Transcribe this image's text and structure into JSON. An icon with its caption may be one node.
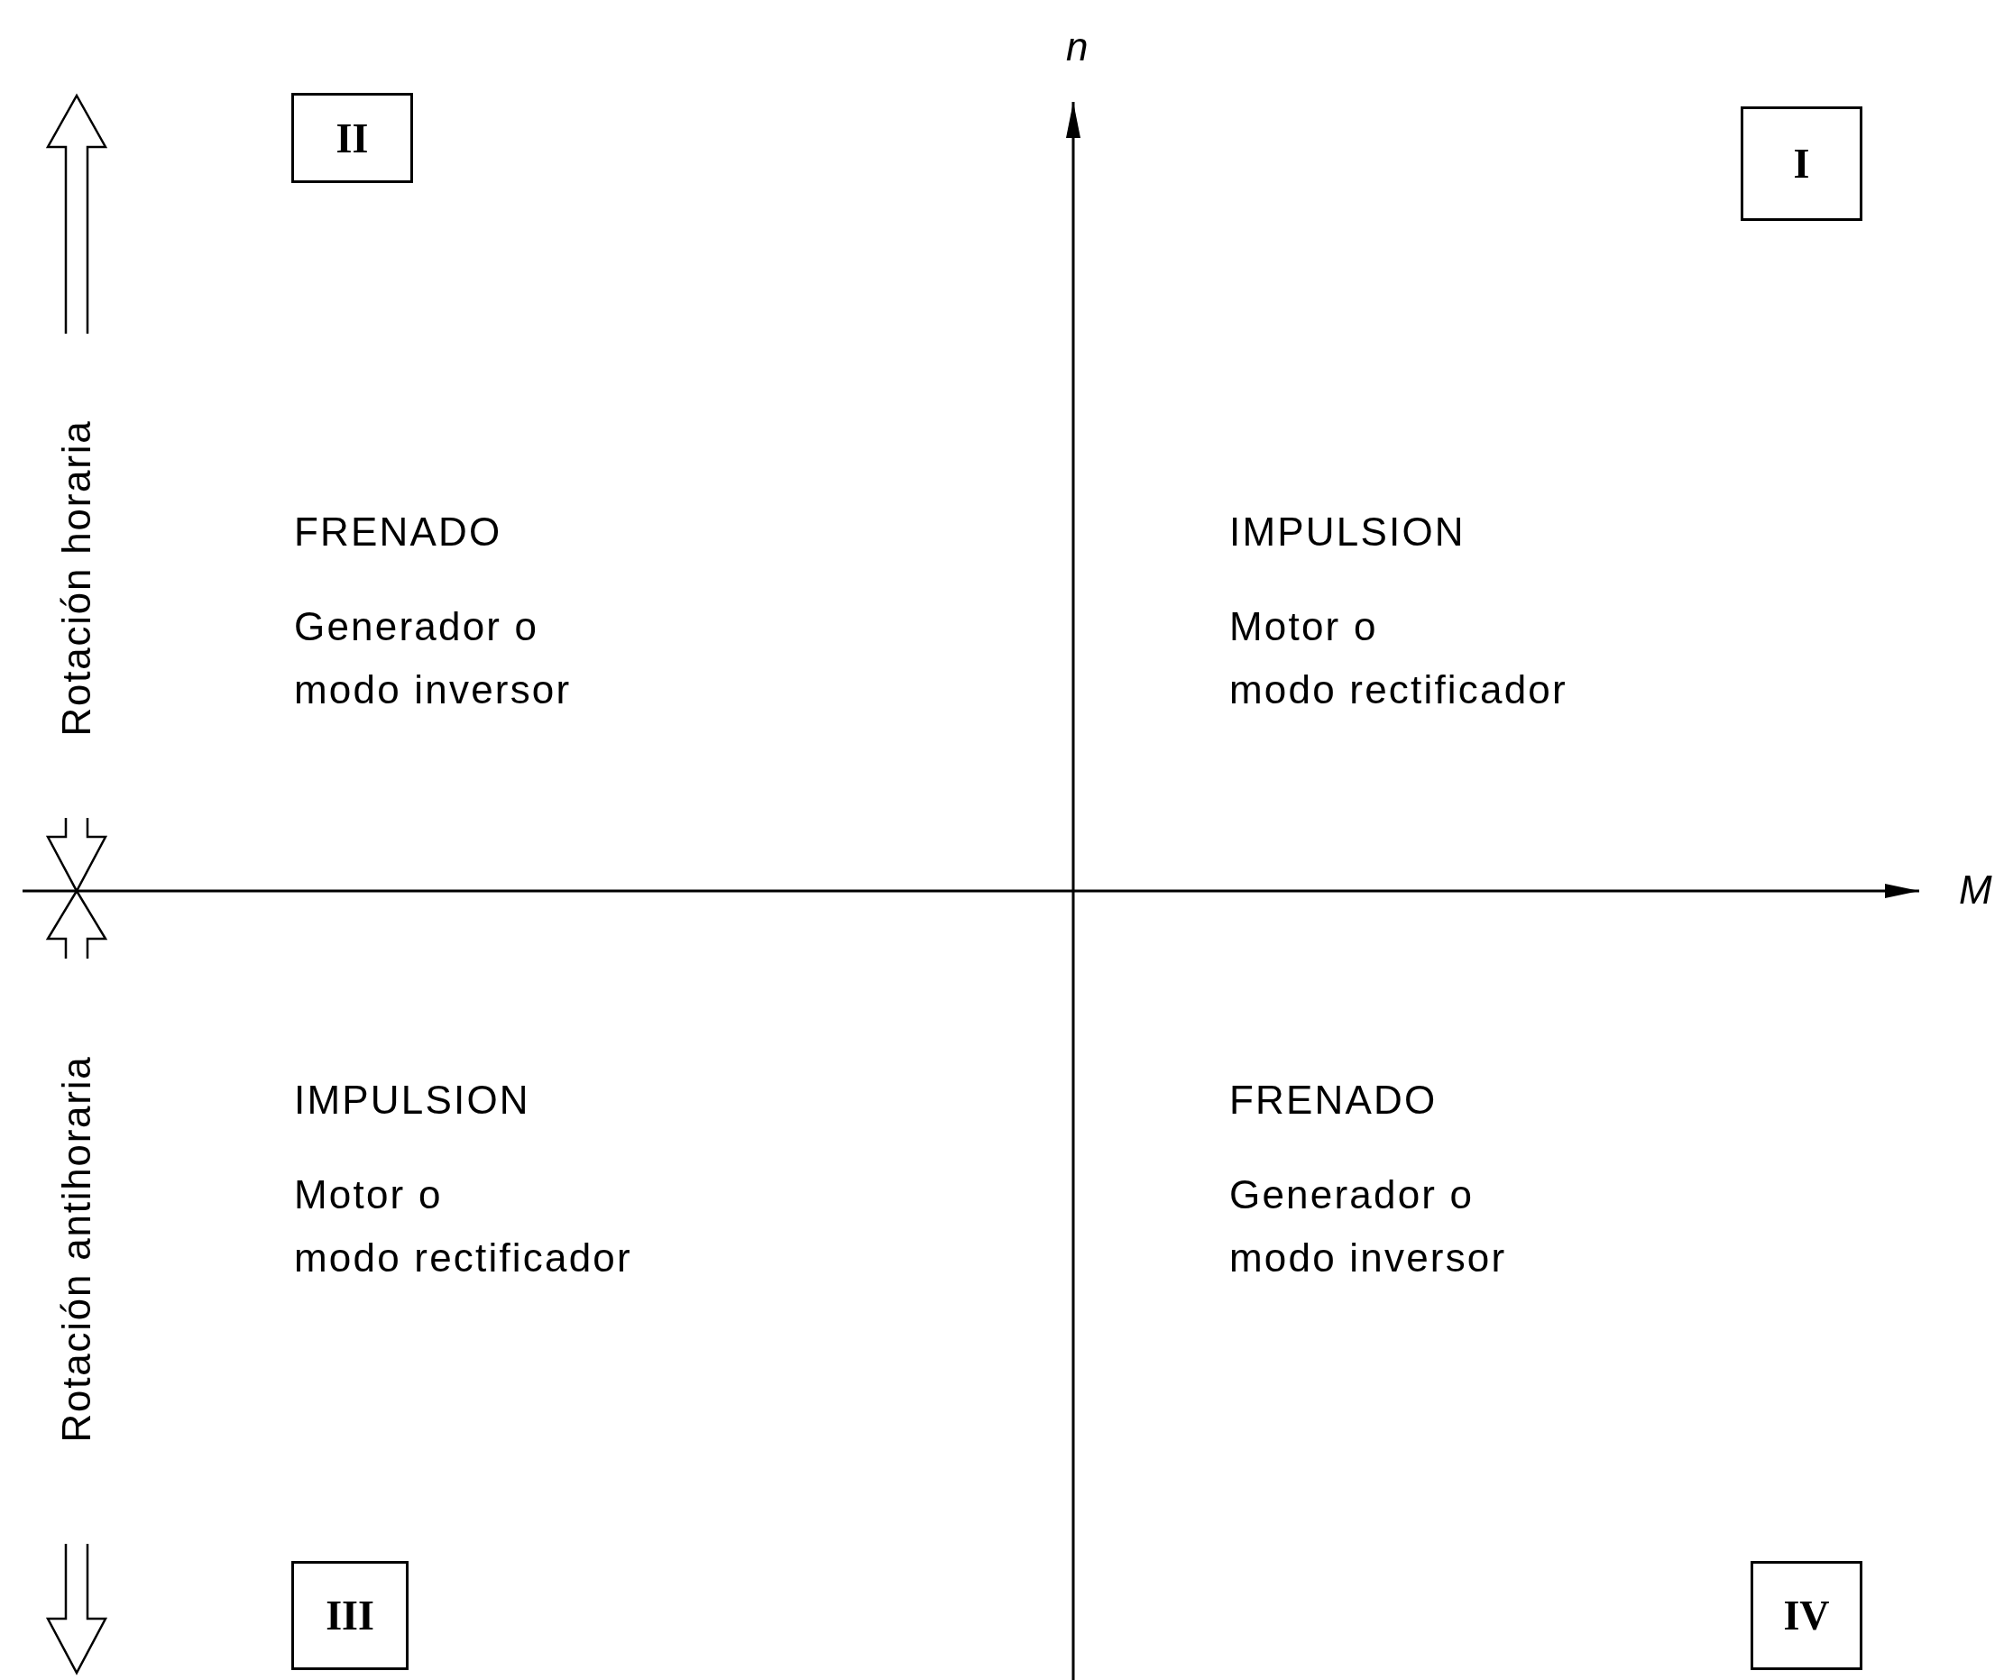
{
  "diagram": {
    "nodes": [
      {
        "text": [
          "II"
        ]
      },
      {
        "text": [
          "I"
        ]
      },
      {
        "text": [
          "III"
        ]
      },
      {
        "text": [
          "IV"
        ]
      }
    ],
    "labels": [
      "n",
      "Rotación horaria",
      "FRENADO",
      "Generador o modo inversor",
      "IMPULSION",
      "Motor o modo rectificador",
      "M",
      "Rotación antihoraria",
      "IMPULSION",
      "Motor o modo rectificador",
      "FRENADO",
      "Generador o modo inversor"
    ]
  }
}
